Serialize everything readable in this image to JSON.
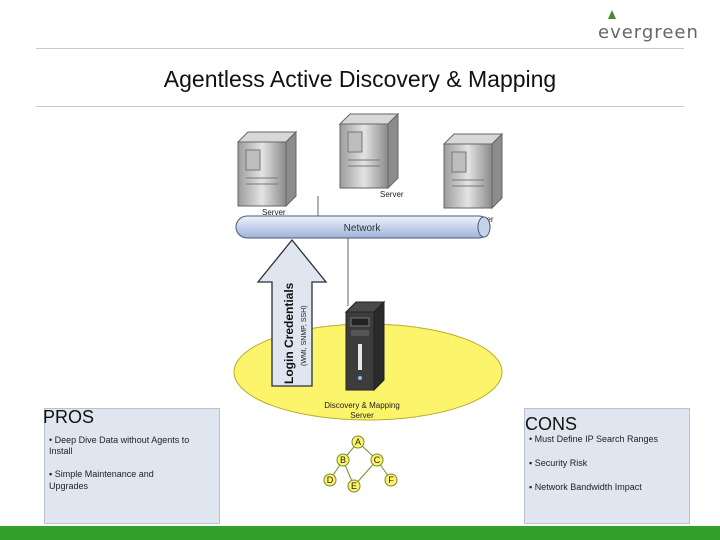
{
  "logo": {
    "text": "evergreen"
  },
  "title": "Agentless Active Discovery & Mapping",
  "servers": [
    "Server",
    "Server",
    "Server"
  ],
  "network_label": "Network",
  "arrow": {
    "label": "Login Credentials",
    "sublabel": "(WMI, SNMP, SSH)"
  },
  "discovery_server_label": [
    "Discovery & Mapping",
    "Server"
  ],
  "tree_nodes": [
    "A",
    "B",
    "C",
    "D",
    "E",
    "F"
  ],
  "pros": {
    "title": "PROS",
    "items": [
      "• Deep Dive Data without Agents to",
      "Install",
      "▪ Simple Maintenance and",
      "Upgrades"
    ]
  },
  "cons": {
    "title": "CONS",
    "items": [
      "• Must Define IP Search Ranges",
      "▪ Security Risk",
      "▪ Network Bandwidth Impact"
    ]
  },
  "colors": {
    "accent": "#33a02c",
    "ellipse": "#fcf46a",
    "network": "#c5d3ec",
    "arrow": "#dfe6ef"
  }
}
